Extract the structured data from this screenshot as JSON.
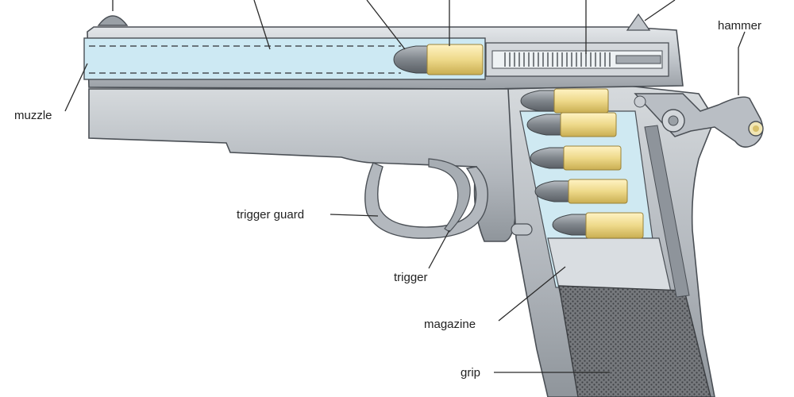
{
  "labels": {
    "muzzle": "muzzle",
    "hammer": "hammer",
    "trigger_guard": "trigger guard",
    "trigger": "trigger",
    "magazine": "magazine",
    "grip": "grip"
  },
  "colors": {
    "metal": "#b9bec4",
    "metal_dark": "#8e949b",
    "metal_light": "#d9dde1",
    "barrel_bore": "#cde9f3",
    "cartridge_case": "#eed98a",
    "bullet": "#7f858b",
    "grip_texture": "#6b6e72",
    "outline": "#4a4f55"
  }
}
